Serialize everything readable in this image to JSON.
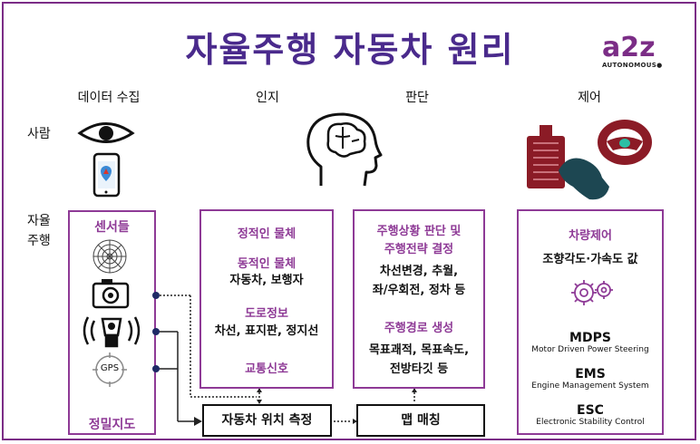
{
  "title": "자율주행 자동차 원리",
  "logo": {
    "main": "a2z",
    "sub": "AUTONOMOUS"
  },
  "columns": [
    "데이터 수집",
    "인지",
    "판단",
    "제어"
  ],
  "rows": {
    "human": "사람",
    "auto_line1": "자율",
    "auto_line2": "주행"
  },
  "sensors": {
    "title": "센서들",
    "gps": "GPS",
    "footer": "정밀지도"
  },
  "perception": {
    "static": "정적인 물체",
    "dynamic": "동적인 물체",
    "dynamic_detail": "자동차, 보행자",
    "road": "도로정보",
    "road_detail": "차선, 표지판, 정지선",
    "signal": "교통신호"
  },
  "judgment": {
    "title_line1": "주행상황 판단 및",
    "title_line2": "주행전략 결정",
    "detail_line1": "차선변경, 추월,",
    "detail_line2": "좌/우회전, 정차 등",
    "route": "주행경로 생성",
    "route_line1": "목표괘적, 목표속도,",
    "route_line2": "전방타깃 등"
  },
  "control": {
    "title": "차량제어",
    "detail": "조향각도·가속도 값",
    "mdps": "MDPS",
    "mdps_full": "Motor Driven Power Steering",
    "ems": "EMS",
    "ems_full": "Engine Management System",
    "esc": "ESC",
    "esc_full": "Electronic Stability Control"
  },
  "bottom": {
    "localization": "자동차 위치 측정",
    "map_matching": "맵 매칭"
  },
  "icons": [
    "eye-icon",
    "smartphone-map-icon",
    "head-brain-icon",
    "pedal-icon",
    "foot-icon",
    "steering-wheel-icon",
    "radar-icon",
    "camera-icon",
    "ultrasonic-icon",
    "gps-icon",
    "gears-icon"
  ],
  "colors": {
    "title": "#4a2a8c",
    "accent": "#8e3a96",
    "logo": "#7b2d86",
    "control_red": "#8b1b26",
    "foot": "#1d4752",
    "map_pin": "#3a8ad6"
  }
}
